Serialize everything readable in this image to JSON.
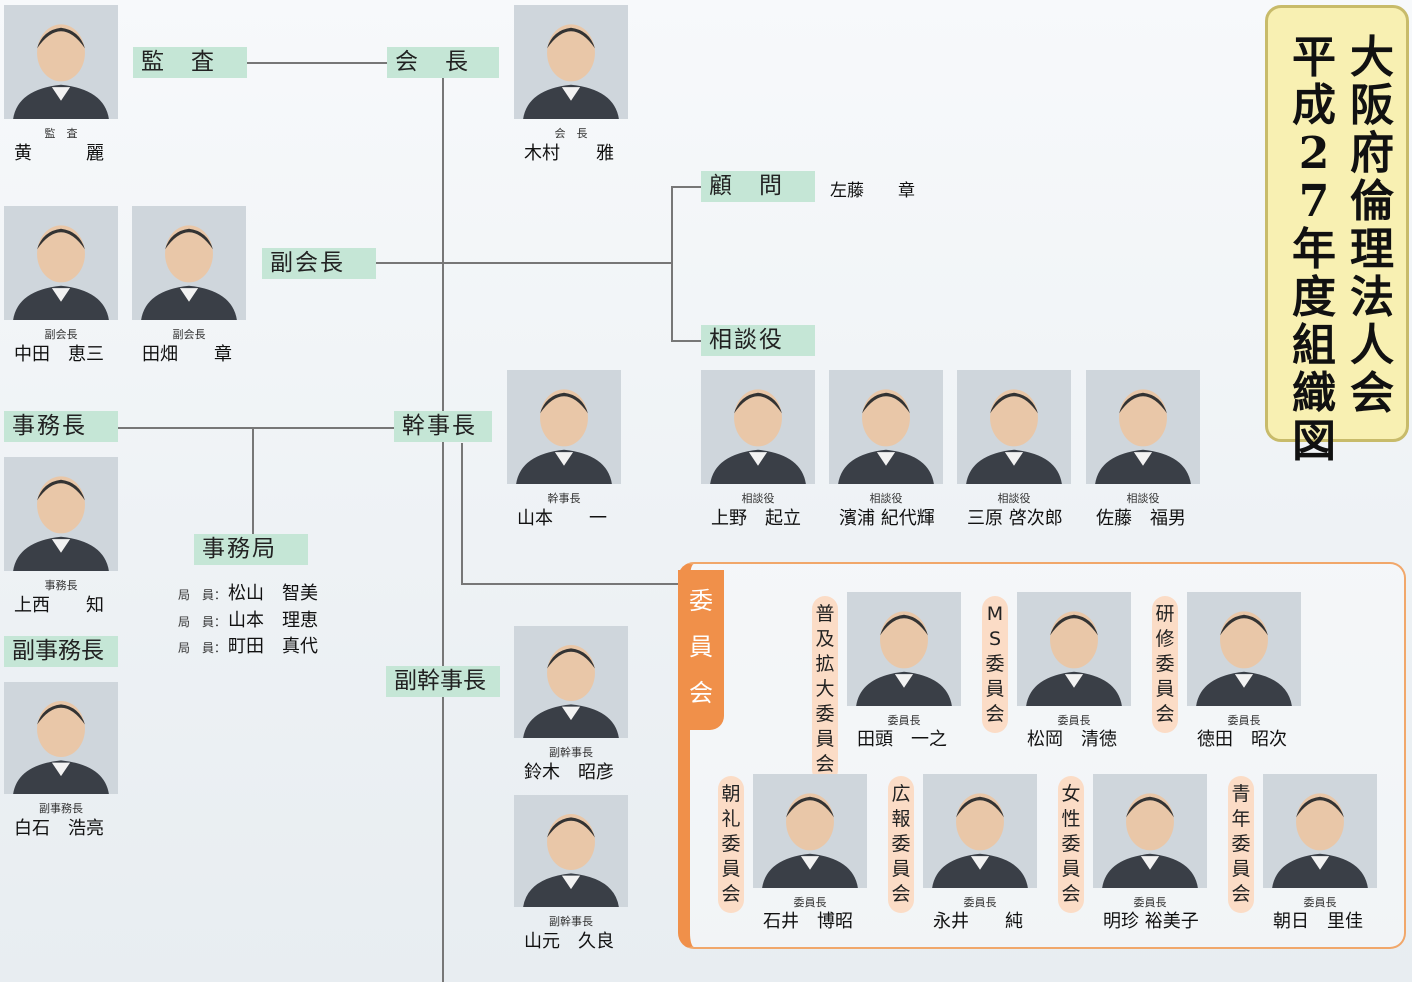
{
  "title": {
    "col1": "大阪府倫理法人会",
    "col2": "平成27年度組織図"
  },
  "roles": {
    "kansa": "監　査",
    "kaicho": "会　長",
    "fukukaicho": "副会長",
    "komon": "顧　問",
    "soudanyaku": "相談役",
    "jimucho": "事務長",
    "kanjicho": "幹事長",
    "jimukyoku": "事務局",
    "fukujimucho": "副事務長",
    "fukukanjicho": "副幹事長",
    "iinkai": "委員会"
  },
  "komon_name": "左藤　　章",
  "people": {
    "kansa": {
      "role": "監　査",
      "name": "黄　　　麗"
    },
    "kaicho": {
      "role": "会　長",
      "name": "木村　　雅"
    },
    "fuku1": {
      "role": "副会長",
      "name": "中田　恵三"
    },
    "fuku2": {
      "role": "副会長",
      "name": "田畑　　章"
    },
    "jimucho": {
      "role": "事務長",
      "name": "上西　　知"
    },
    "fukujimucho": {
      "role": "副事務長",
      "name": "白石　浩亮"
    },
    "kanjicho": {
      "role": "幹事長",
      "name": "山本　　一"
    },
    "fukukanji1": {
      "role": "副幹事長",
      "name": "鈴木　昭彦"
    },
    "fukukanji2": {
      "role": "副幹事長",
      "name": "山元　久良"
    },
    "sodan1": {
      "role": "相談役",
      "name": "上野　起立"
    },
    "sodan2": {
      "role": "相談役",
      "name": "濱浦 紀代輝"
    },
    "sodan3": {
      "role": "相談役",
      "name": "三原 啓次郎"
    },
    "sodan4": {
      "role": "相談役",
      "name": "佐藤　福男"
    }
  },
  "staff": [
    {
      "label": "局　員：",
      "name": "松山　智美"
    },
    {
      "label": "局　員：",
      "name": "山本　理恵"
    },
    {
      "label": "局　員：",
      "name": "町田　真代"
    }
  ],
  "committees": [
    {
      "title": "普及拡大委員会",
      "role": "委員長",
      "name": "田頭　一之"
    },
    {
      "title": "MS委員会",
      "role": "委員長",
      "name": "松岡　清徳"
    },
    {
      "title": "研修委員会",
      "role": "委員長",
      "name": "徳田　昭次"
    },
    {
      "title": "朝礼委員会",
      "role": "委員長",
      "name": "石井　博昭"
    },
    {
      "title": "広報委員会",
      "role": "委員長",
      "name": "永井　　純"
    },
    {
      "title": "女性委員会",
      "role": "委員長",
      "name": "明珍 裕美子"
    },
    {
      "title": "青年委員会",
      "role": "委員長",
      "name": "朝日　里佳"
    }
  ],
  "colors": {
    "role_box": "#c5e6d6",
    "committee_orange": "#f0904a",
    "committee_tag": "#fbdcc6",
    "title_bg": "#f8f0b2"
  }
}
